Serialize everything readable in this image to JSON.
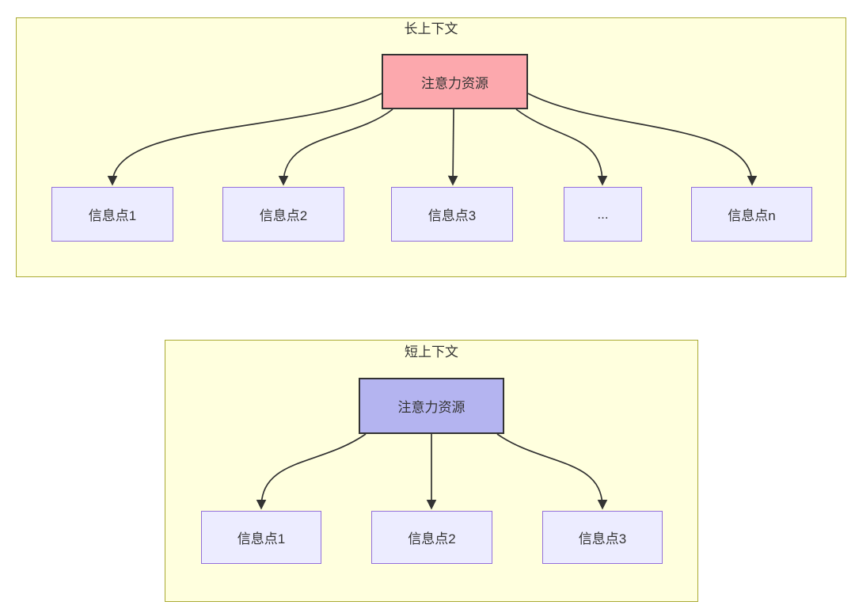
{
  "groups": [
    {
      "title": "长上下文",
      "source": "注意力资源",
      "targets": [
        "信息点1",
        "信息点2",
        "信息点3",
        "...",
        "信息点n"
      ]
    },
    {
      "title": "短上下文",
      "source": "注意力资源",
      "targets": [
        "信息点1",
        "信息点2",
        "信息点3"
      ]
    }
  ],
  "colors": {
    "container_fill": "#ffffde",
    "container_border": "#aaaa33",
    "node_fill": "#ececff",
    "node_border": "#9370db",
    "source_long_fill": "#fca8ad",
    "source_short_fill": "#b4b4f0",
    "source_border": "#333333",
    "ink": "#333333"
  }
}
